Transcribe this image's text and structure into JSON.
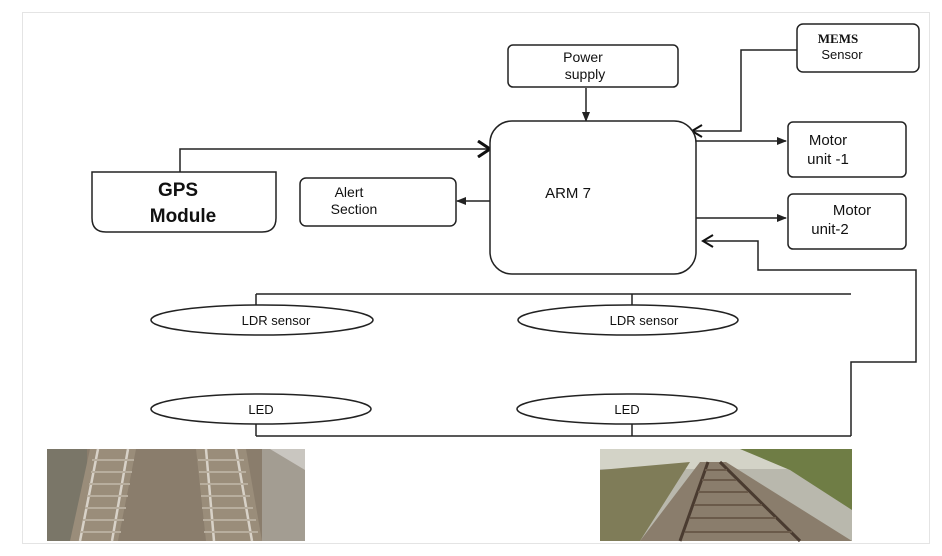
{
  "blocks": {
    "power_supply": [
      "Power",
      "supply"
    ],
    "mems_sensor": [
      "MEMS",
      "Sensor"
    ],
    "arm7": "ARM 7",
    "motor_unit_1": [
      "Motor",
      "unit -1"
    ],
    "motor_unit_2": [
      "Motor",
      "unit-2"
    ],
    "gps_module": [
      "GPS",
      "Module"
    ],
    "alert_section": [
      "Alert",
      "Section"
    ],
    "ldr_sensor_left": "LDR sensor",
    "ldr_sensor_right": "LDR sensor",
    "led_left": "LED",
    "led_right": "LED"
  },
  "photos": {
    "left": "double-railway-track-photo",
    "right": "single-railway-track-photo"
  },
  "colors": {
    "stroke": "#222222",
    "gravel": "#8a7d6c",
    "rail": "#c8c2b8",
    "grass": "#6f7d45"
  }
}
